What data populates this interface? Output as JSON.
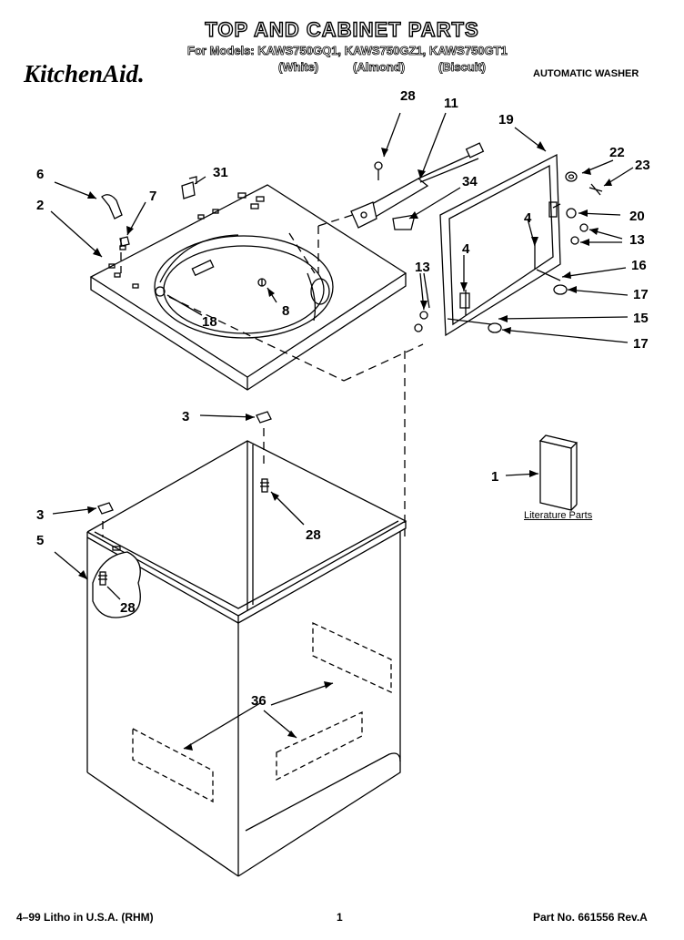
{
  "header": {
    "title": "TOP AND CABINET PARTS",
    "models": "For Models: KAWS750GQ1, KAWS750GZ1, KAWS750GT1",
    "colors": [
      "(White)",
      "(Almond)",
      "(Biscuit)"
    ],
    "brand": "KitchenAid.",
    "product_type": "AUTOMATIC WASHER"
  },
  "callouts": {
    "c28_top": "28",
    "c11": "11",
    "c19": "19",
    "c22": "22",
    "c23": "23",
    "c6": "6",
    "c31": "31",
    "c7": "7",
    "c2": "2",
    "c34": "34",
    "c20": "20",
    "c4a": "4",
    "c13a": "13",
    "c4b": "4",
    "c16": "16",
    "c13b": "13",
    "c17a": "17",
    "c15": "15",
    "c17b": "17",
    "c8": "8",
    "c18": "18",
    "c3a": "3",
    "c1": "1",
    "c28_mid": "28",
    "c3b": "3",
    "c5": "5",
    "c28_low": "28",
    "c36": "36"
  },
  "literature_label": "Literature Parts",
  "footer": {
    "left": "4–99 Litho in U.S.A. (RHM)",
    "page": "1",
    "part_no": "Part No. 661556 Rev.A"
  }
}
